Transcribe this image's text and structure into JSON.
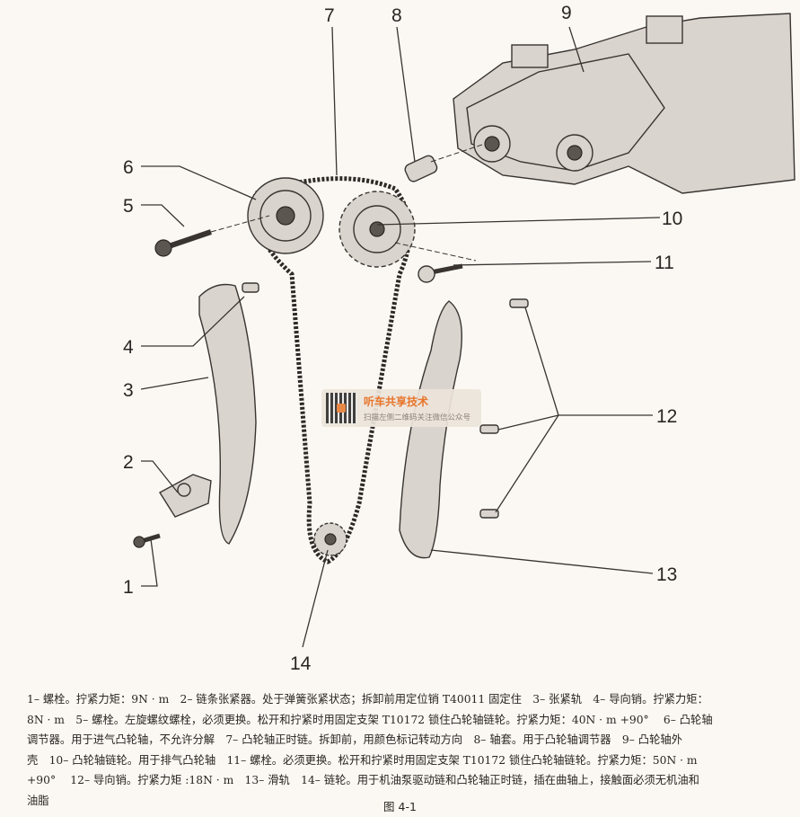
{
  "callouts": [
    "1",
    "2",
    "3",
    "4",
    "5",
    "6",
    "7",
    "8",
    "9",
    "10",
    "11",
    "12",
    "13",
    "14"
  ],
  "watermark": {
    "title": "听车共享技术",
    "subtitle": "扫描左侧二维码关注微信公众号"
  },
  "caption_lines": [
    "1– 螺栓。拧紧力矩：9N · m　2– 链条张紧器。处于弹簧张紧状态；拆卸前用定位销 T40011 固定住　3– 张紧轨　4– 导向销。拧紧力矩：",
    "8N · m　5– 螺栓。左旋螺纹螺栓，必须更换。松开和拧紧时用固定支架 T10172 锁住凸轮轴链轮。拧紧力矩：40N · m +90°　 6– 凸轮轴",
    "调节器。用于进气凸轮轴，不允许分解　7– 凸轮轴正时链。拆卸前，用颜色标记转动方向　8– 轴套。用于凸轮轴调节器　9– 凸轮轴外",
    "壳　10– 凸轮轴链轮。用于排气凸轮轴　11– 螺栓。必须更换。松开和拧紧时用固定支架 T10172 锁住凸轮轴链轮。拧紧力矩：50N · m",
    "+90°　 12– 导向销。拧紧力矩 :18N · m　13– 滑轨　14– 链轮。用于机油泵驱动链和凸轮轴正时链，插在曲轴上，接触面必须无机油和",
    "油脂"
  ],
  "figure_label": "图 4-1"
}
